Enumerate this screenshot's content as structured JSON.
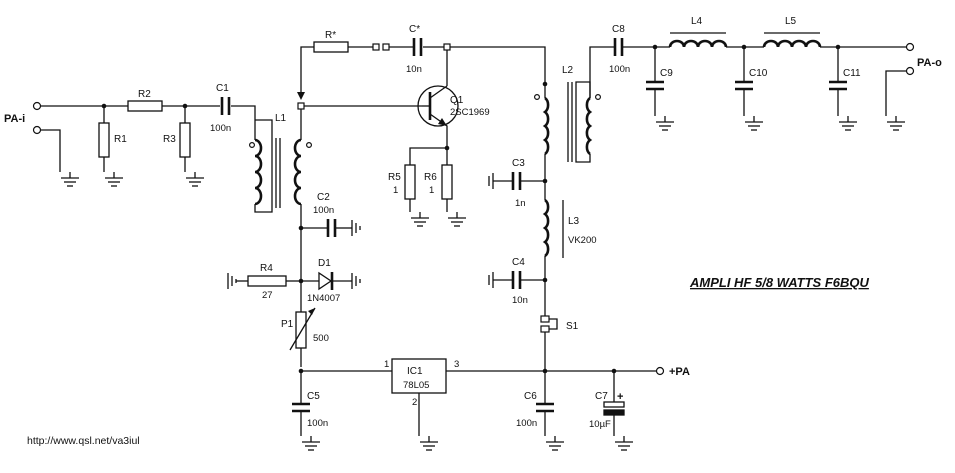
{
  "title": "AMPLI HF 5/8 WATTS  F6BQU",
  "url": "http://www.qsl.net/va3iul",
  "terminals": {
    "input": "PA-i",
    "output": "PA-o",
    "supply": "+PA"
  },
  "components": {
    "R1": {
      "ref": "R1"
    },
    "R2": {
      "ref": "R2"
    },
    "R3": {
      "ref": "R3"
    },
    "C1": {
      "ref": "C1",
      "value": "100n"
    },
    "L1": {
      "ref": "L1"
    },
    "Rstar": {
      "ref": "R*"
    },
    "Cstar": {
      "ref": "C*",
      "value": "10n"
    },
    "Q1": {
      "ref": "Q1",
      "value": "2SC1969"
    },
    "R5": {
      "ref": "R5",
      "value": "1"
    },
    "R6": {
      "ref": "R6",
      "value": "1"
    },
    "C2": {
      "ref": "C2",
      "value": "100n"
    },
    "R4": {
      "ref": "R4",
      "value": "27"
    },
    "D1": {
      "ref": "D1",
      "value": "1N4007"
    },
    "P1": {
      "ref": "P1",
      "value": "500"
    },
    "C5": {
      "ref": "C5",
      "value": "100n"
    },
    "IC1": {
      "ref": "IC1",
      "value": "78L05",
      "pin_in": "1",
      "pin_gnd": "2",
      "pin_out": "3"
    },
    "L2": {
      "ref": "L2"
    },
    "C3": {
      "ref": "C3",
      "value": "1n"
    },
    "L3": {
      "ref": "L3",
      "value": "VK200"
    },
    "C4": {
      "ref": "C4",
      "value": "10n"
    },
    "S1": {
      "ref": "S1"
    },
    "C6": {
      "ref": "C6",
      "value": "100n"
    },
    "C7": {
      "ref": "C7",
      "value": "10µF",
      "polarity": "+"
    },
    "C8": {
      "ref": "C8",
      "value": "100n"
    },
    "L4": {
      "ref": "L4"
    },
    "L5": {
      "ref": "L5"
    },
    "C9": {
      "ref": "C9"
    },
    "C10": {
      "ref": "C10"
    },
    "C11": {
      "ref": "C11"
    }
  }
}
